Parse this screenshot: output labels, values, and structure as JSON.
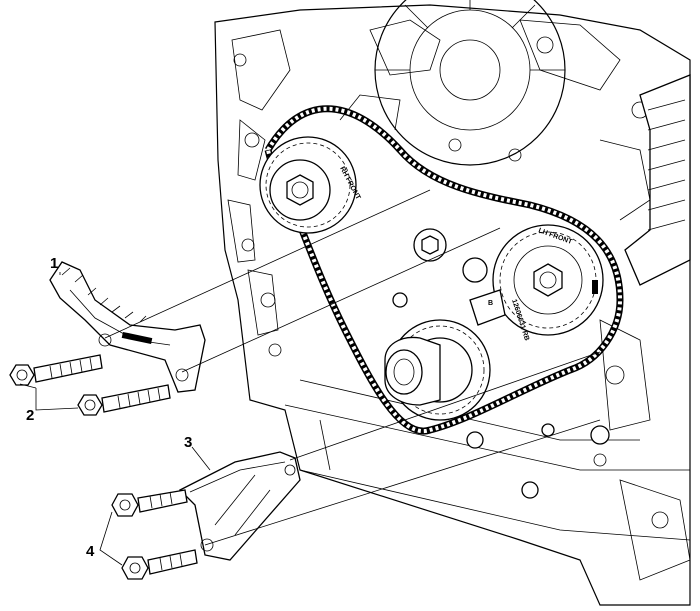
{
  "callouts": {
    "c1": "1",
    "c2": "2",
    "c3": "3",
    "c4": "4"
  },
  "engravings": {
    "rh_front": "RH FRONT",
    "lh_front": "LH FRONT",
    "sprocket_code": "12606631 RB",
    "marker": "B"
  },
  "colors": {
    "line": "#000000",
    "background": "#ffffff"
  }
}
